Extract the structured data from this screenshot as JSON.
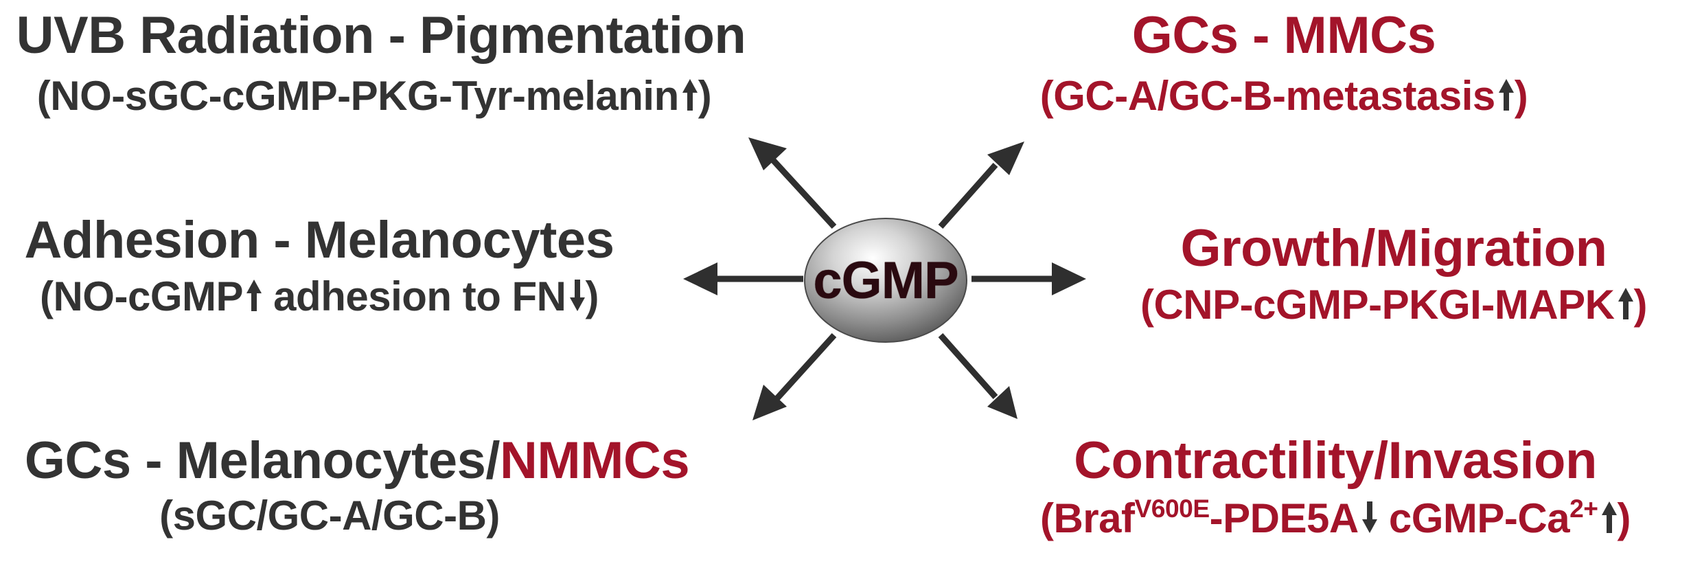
{
  "center": {
    "label": "cGMP"
  },
  "colors": {
    "dark_text": "#333333",
    "red_text": "#a3142a",
    "arrow": "#2f2f2f"
  },
  "left": {
    "top": {
      "title": "UVB Radiation - Pigmentation",
      "sub": "(NO-sGC-cGMP-PKG-Tyr-melanin",
      "sub_arrow": "up",
      "sub_end": ")"
    },
    "middle": {
      "title": "Adhesion - Melanocytes",
      "sub_a": "(NO-cGMP",
      "sub_a_arrow": "up",
      "sub_b": " adhesion to FN",
      "sub_b_arrow": "down",
      "sub_end": ")"
    },
    "bottom": {
      "title_dark": "GCs - Melanocytes/",
      "title_red": "NMMCs",
      "sub": "(sGC/GC-A/GC-B)"
    }
  },
  "right": {
    "top": {
      "title": "GCs - MMCs",
      "sub": "(GC-A/GC-B-metastasis",
      "sub_arrow": "up",
      "sub_end": ")"
    },
    "middle": {
      "title": "Growth/Migration",
      "sub": "(CNP-cGMP-PKGI-MAPK",
      "sub_arrow": "up",
      "sub_end": ")"
    },
    "bottom": {
      "title": "Contractility/Invasion",
      "sub_a": "(Braf",
      "sub_a_sup": "V600E",
      "sub_b": "-PDE5A",
      "sub_b_arrow": "down",
      "sub_c": " cGMP-Ca",
      "sub_c_sup": "2+",
      "sub_c_arrow": "up",
      "sub_end": ")"
    }
  }
}
